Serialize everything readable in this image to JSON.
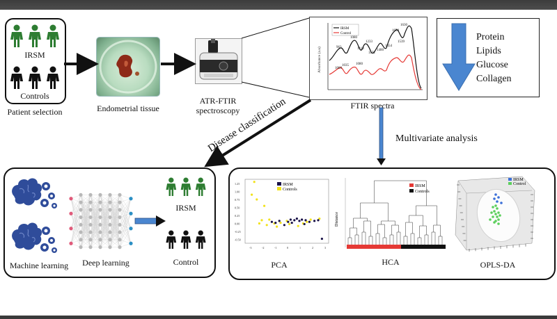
{
  "patient": {
    "irsm_label": "IRSM",
    "controls_label": "Controls",
    "caption": "Patient selection"
  },
  "tissue": {
    "caption": "Endometrial tissue"
  },
  "spectroscopy": {
    "caption_line1": "ATR-FTIR",
    "caption_line2": "spectroscopy"
  },
  "ftir": {
    "caption": "FTIR spectra",
    "ylabel": "Absorbance (a.u)",
    "peak_labels": [
      "1630",
      "1650",
      "1539",
      "1454",
      "1400",
      "1233",
      "1080",
      "1172",
      "1110",
      "963",
      "1035",
      "1080",
      "1000"
    ],
    "legend": [
      "IRSM",
      "Control"
    ]
  },
  "components": {
    "items": [
      "Protein",
      "Lipids",
      "Glucose",
      "Collagen"
    ],
    "arrow_color": "#4a86d0"
  },
  "flow": {
    "disease_classification": "Disease classification",
    "multivariate_analysis": "Multivariate analysis"
  },
  "classification": {
    "machine_learning": "Machine learning",
    "deep_learning": "Deep learning",
    "result_irsm": "IRSM",
    "result_control": "Control"
  },
  "multivariate": {
    "pca": {
      "caption": "PCA",
      "legend": [
        "IRSM",
        "Controls"
      ],
      "yticks": [
        "1.25",
        "1.00",
        "0.75",
        "0.50",
        "0.25",
        "0.00",
        "-0.25",
        "-0.50"
      ],
      "xticks": [
        "-3",
        "-2",
        "-1",
        "0",
        "1",
        "2",
        "3"
      ]
    },
    "hca": {
      "caption": "HCA",
      "ylabel": "Distance",
      "legend": [
        "IRSM",
        "Controls"
      ]
    },
    "oplsda": {
      "caption": "OPLS-DA",
      "legend": [
        "IRSM",
        "Control"
      ]
    }
  },
  "colors": {
    "green_person": "#2e7d32",
    "black_person": "#111111",
    "irsm_red": "#d32f2f",
    "pca_irsm": "#1a1248",
    "pca_control": "#f2e21c",
    "brain_blue": "#2f4c9a",
    "opls_control": "#5ccf5c",
    "opls_irsm": "#3b6fd8"
  }
}
